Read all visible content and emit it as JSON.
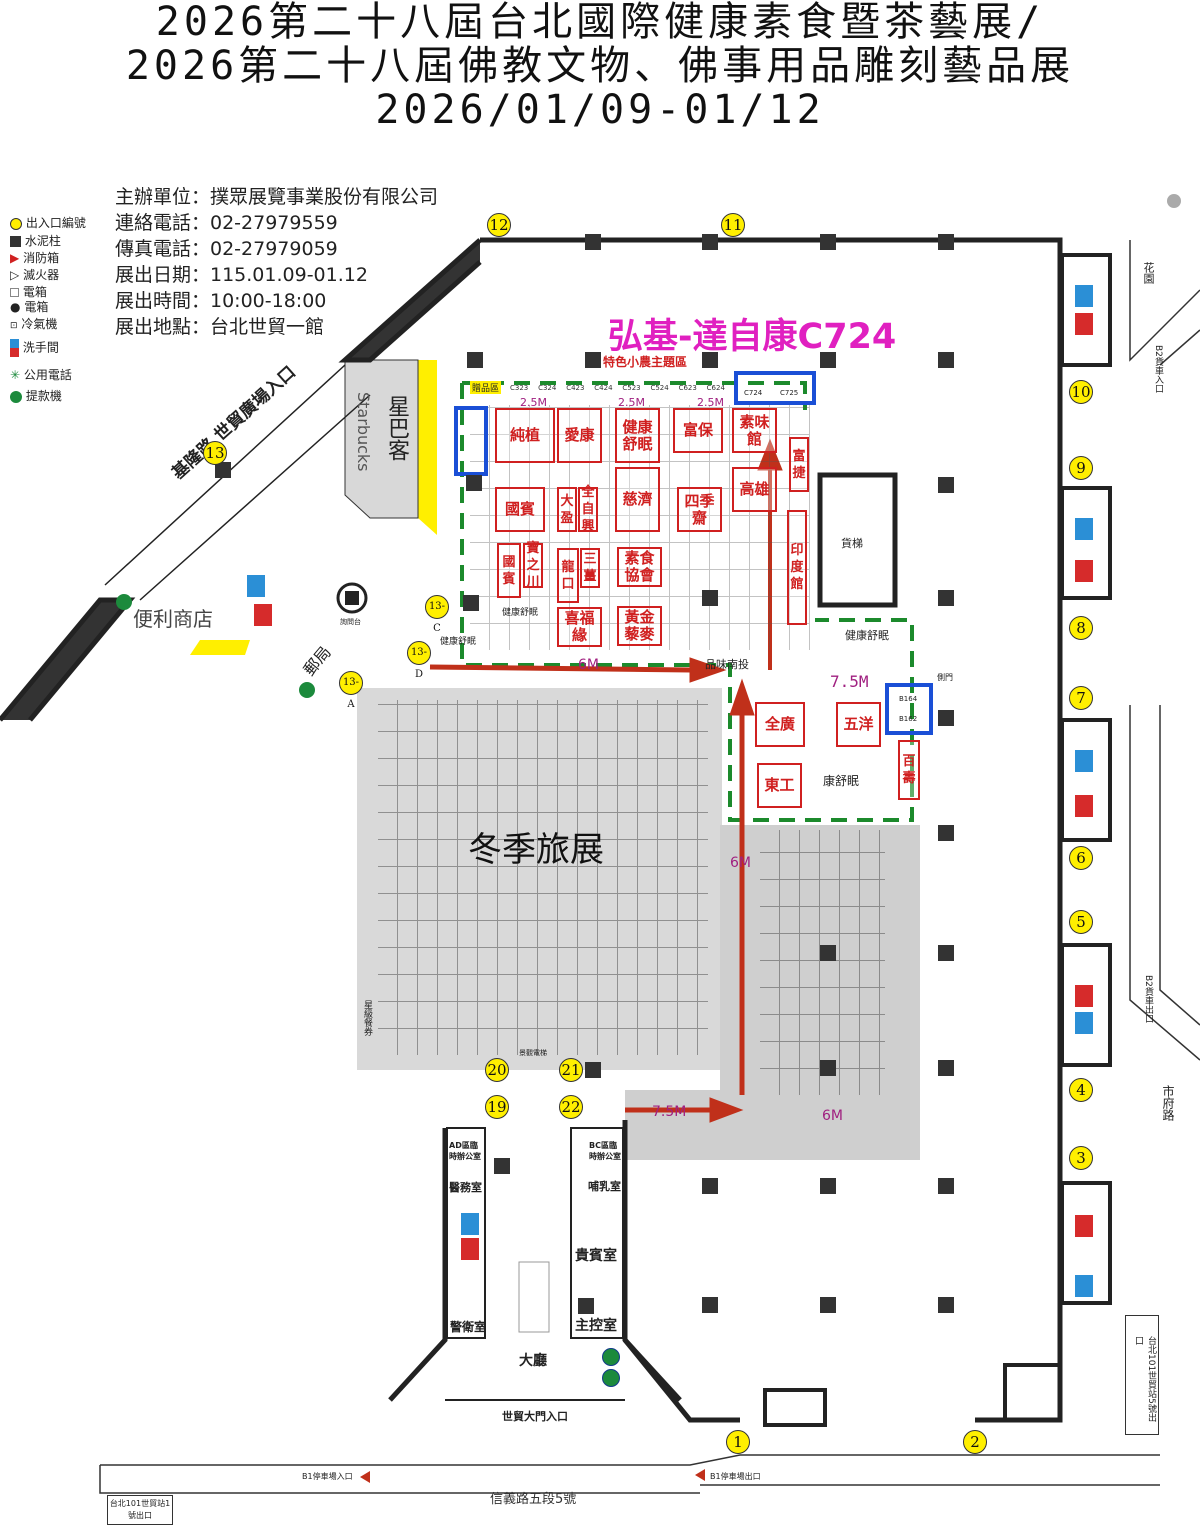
{
  "title": {
    "line1": "2026第二十八屆台北國際健康素食暨茶藝展/",
    "line2": "2026第二十八屆佛教文物、佛事用品雕刻藝品展",
    "line3": "2026/01/09-01/12"
  },
  "info": [
    "主辦單位：撲眾展覽事業股份有限公司",
    "連絡電話：02-27979559",
    "傳真電話：02-27979059",
    "展出日期：115.01.09-01.12",
    "展出時間：10:00-18:00",
    "展出地點：台北世貿一館"
  ],
  "legend": [
    {
      "icon": "exit-number-icon",
      "label": "出入口編號"
    },
    {
      "icon": "pillar-icon",
      "label": "水泥柱"
    },
    {
      "icon": "fire-hose-icon",
      "label": "消防箱"
    },
    {
      "icon": "extinguisher-icon",
      "label": "滅火器"
    },
    {
      "icon": "electric-box-icon",
      "label": "電箱"
    },
    {
      "icon": "electric-box-round-icon",
      "label": "電箱"
    },
    {
      "icon": "air-conditioner-icon",
      "label": "冷氣機"
    },
    {
      "icon": "restroom-icon",
      "label": "洗手間"
    },
    {
      "icon": "public-phone-icon",
      "label": "公用電話"
    },
    {
      "icon": "atm-icon",
      "label": "提款機"
    }
  ],
  "highlight": "弘基-達自康C724",
  "zones": {
    "farm": "特色小農主題區",
    "gift": "贈品區",
    "winter": "冬季旅展",
    "nantou": "品味南投",
    "sleep1": "健康舒眠",
    "sleep2": "健康舒眠",
    "sleep3": "健康舒眠",
    "kang": "康舒眠",
    "star_d": "星級餐券"
  },
  "booths": [
    "純植",
    "愛康",
    "健康舒眠",
    "富保",
    "素味館",
    "富捷",
    "國賓",
    "大盈",
    "全自興",
    "慈濟",
    "四季齋",
    "高雄",
    "國賓",
    "寶之川",
    "龍口",
    "三薑",
    "素食協會",
    "黃金藜麥",
    "喜福緣",
    "印度館",
    "全廣",
    "五洋",
    "東工",
    "百壽"
  ],
  "aisles": {
    "a1": "2.5M",
    "a2": "2.5M",
    "a3": "2.5M",
    "b1": "6M",
    "b2": "7.5M",
    "b3": "6M",
    "b4": "7.5M",
    "b5": "6M"
  },
  "booth_codes": [
    "C323",
    "C324",
    "C423",
    "C424",
    "C523",
    "C524",
    "C623",
    "C624",
    "C724",
    "C725",
    "B164",
    "B162"
  ],
  "exits": [
    "1",
    "2",
    "3",
    "4",
    "5",
    "6",
    "7",
    "8",
    "9",
    "10",
    "11",
    "12",
    "13",
    "13-C",
    "13-D",
    "13-A",
    "19",
    "20",
    "21",
    "22"
  ],
  "places": {
    "starbucks_cn": "星巴客",
    "starbucks_en": "Starbucks",
    "store": "便利商店",
    "post": "郵局",
    "info_desk": "詢問台",
    "road_keelung": "基隆路 世貿廣場入口",
    "freight": "貨梯",
    "lobby": "大廳",
    "main_entrance": "世貿大門入口",
    "guard": "警衛室",
    "medical": "醫務室",
    "nursing": "哺乳室",
    "vip": "貴賓室",
    "control": "主控室",
    "ad_office": "AD區臨時辦公室",
    "bc_office": "BC區臨時辦公室",
    "scenic_elev": "景觀電梯",
    "garden": "花園",
    "b2_in": "B2貨車入口",
    "b2_out": "B2貨車出口",
    "shifu": "市府路",
    "mrt5": "台北101世貿站5號出口",
    "mrt1": "台北101世貿站1號出口",
    "xinyi": "信義路五段5號",
    "b1_in": "B1停車場入口",
    "b1_out": "B1停車場出口",
    "side_door": "側門"
  },
  "colors": {
    "highlight": "#e020c0",
    "booth": "#d02020",
    "blue_box": "#1a4fd6",
    "arrow": "#c0301a",
    "zone_gray": "#d6d6d6",
    "yellow": "#ffef00"
  }
}
